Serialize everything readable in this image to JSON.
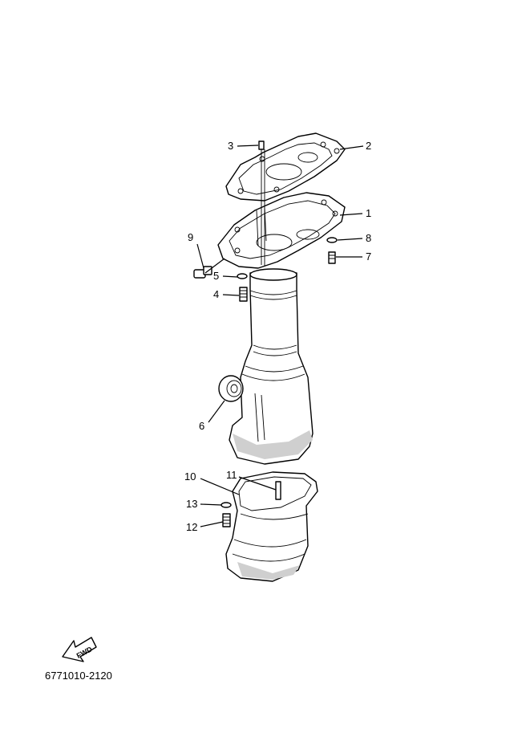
{
  "callouts": [
    {
      "id": "1",
      "label": "1"
    },
    {
      "id": "2",
      "label": "2"
    },
    {
      "id": "3",
      "label": "3"
    },
    {
      "id": "4",
      "label": "4"
    },
    {
      "id": "5",
      "label": "5"
    },
    {
      "id": "6",
      "label": "6"
    },
    {
      "id": "7",
      "label": "7"
    },
    {
      "id": "8",
      "label": "8"
    },
    {
      "id": "9",
      "label": "9"
    },
    {
      "id": "10",
      "label": "10"
    },
    {
      "id": "11",
      "label": "11"
    },
    {
      "id": "12",
      "label": "12"
    },
    {
      "id": "13",
      "label": "13"
    }
  ],
  "fwd_label": "FWD",
  "diagram_code": "6771010-2120"
}
